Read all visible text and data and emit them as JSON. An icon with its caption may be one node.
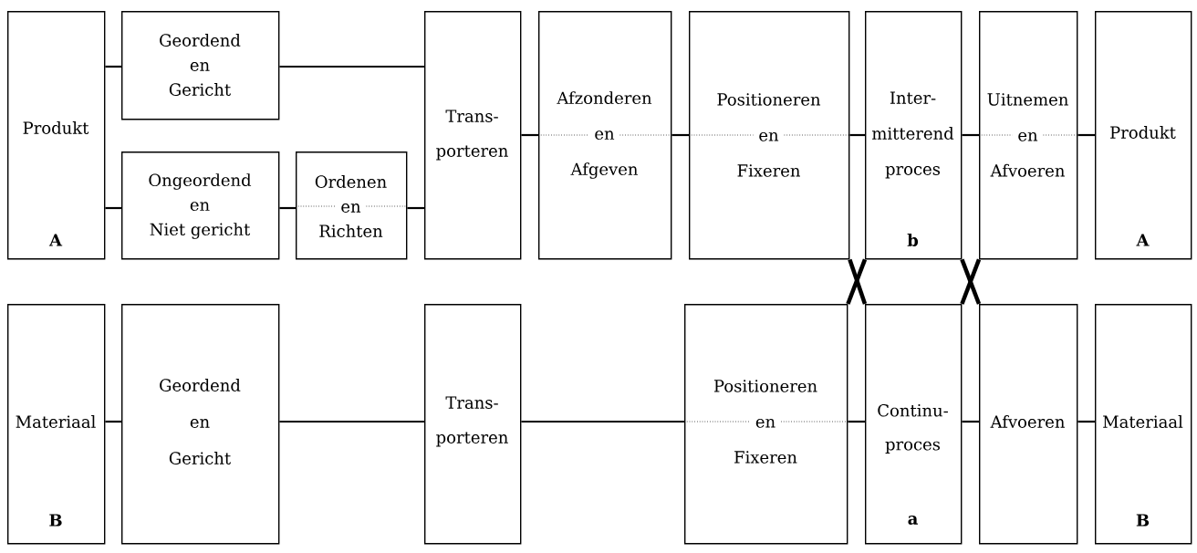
{
  "diagram": {
    "nodes": [
      {
        "text": [
          "Produkt",
          "A"
        ]
      },
      {
        "text": [
          "Geordend en Gericht"
        ]
      },
      {
        "text": [
          "Ongeordend en Niet gericht"
        ]
      },
      {
        "text": [
          "Ordenen en Richten"
        ]
      },
      {
        "text": [
          "Trans- porteren"
        ]
      },
      {
        "text": [
          "Afzonderen en Afgeven"
        ]
      },
      {
        "text": [
          "Positioneren en Fixeren"
        ]
      },
      {
        "text": [
          "Inter- mitterend proces",
          "b"
        ]
      },
      {
        "text": [
          "Uitnemen en Afvoeren"
        ]
      },
      {
        "text": [
          "Produkt",
          "A"
        ]
      },
      {
        "text": [
          "Materiaal",
          "B"
        ]
      },
      {
        "text": [
          "Geordend en Gericht"
        ]
      },
      {
        "text": [
          "Trans- porteren"
        ]
      },
      {
        "text": [
          "Positioneren en Fixeren"
        ]
      },
      {
        "text": [
          "Continu- proces",
          "a"
        ]
      },
      {
        "text": [
          "Afvoeren"
        ]
      },
      {
        "text": [
          "Materiaal",
          "B"
        ]
      }
    ],
    "edges": [
      {
        "from": 0,
        "to": 1,
        "arrow": "none"
      },
      {
        "from": 0,
        "to": 2,
        "arrow": "none"
      },
      {
        "from": 1,
        "to": 4,
        "arrow": "none"
      },
      {
        "from": 2,
        "to": 3,
        "arrow": "none"
      },
      {
        "from": 3,
        "to": 4,
        "arrow": "none"
      },
      {
        "from": 4,
        "to": 5,
        "arrow": "none"
      },
      {
        "from": 5,
        "to": 6,
        "arrow": "none"
      },
      {
        "from": 6,
        "to": 7,
        "arrow": "none"
      },
      {
        "from": 7,
        "to": 8,
        "arrow": "none"
      },
      {
        "from": 8,
        "to": 9,
        "arrow": "none"
      },
      {
        "from": 10,
        "to": 11,
        "arrow": "none"
      },
      {
        "from": 11,
        "to": 12,
        "arrow": "none"
      },
      {
        "from": 12,
        "to": 13,
        "arrow": "none"
      },
      {
        "from": 13,
        "to": 14,
        "arrow": "none"
      },
      {
        "from": 14,
        "to": 15,
        "arrow": "none"
      },
      {
        "from": 15,
        "to": 16,
        "arrow": "none"
      },
      {
        "from": 6,
        "to": 14,
        "arrow": "none",
        "style": "thick"
      },
      {
        "from": 13,
        "to": 7,
        "arrow": "none",
        "style": "thick"
      },
      {
        "from": 7,
        "to": 15,
        "arrow": "none",
        "style": "thick"
      },
      {
        "from": 14,
        "to": 8,
        "arrow": "none",
        "style": "thick"
      }
    ]
  }
}
